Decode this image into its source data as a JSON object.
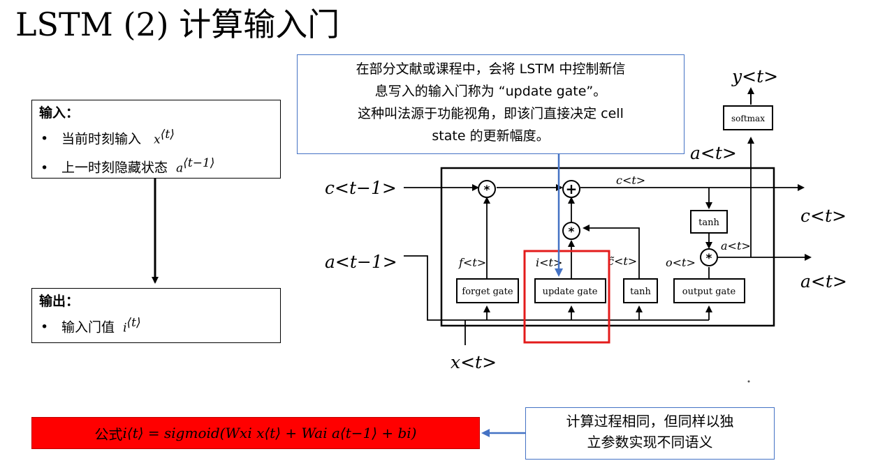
{
  "title": "LSTM (2) 计算输入门",
  "input_box": {
    "heading": "输入：",
    "items": [
      {
        "text": "当前时刻输入",
        "math": "x",
        "sup": "⟨t⟩"
      },
      {
        "text": "上一时刻隐藏状态",
        "math": "a",
        "sup": "⟨t−1⟩"
      }
    ]
  },
  "output_box": {
    "heading": "输出：",
    "items": [
      {
        "text": "输入门值",
        "math": "i",
        "sup": "⟨t⟩"
      }
    ]
  },
  "note_top": {
    "lines": [
      "在部分文献或课程中，会将 LSTM 中控制新信",
      "息写入的输入门称为 “update gate”。",
      "这种叫法源于功能视角，即该门直接决定 cell",
      "state 的更新幅度。"
    ]
  },
  "note_bottom": {
    "lines": [
      "计算过程相同，但同样以独",
      "立参数实现不同语义"
    ]
  },
  "formula": {
    "prefix": "公式",
    "expr": "i⟨t⟩ = sigmoid(Wxi x⟨t⟩ + Wai a⟨t−1⟩ + bi)"
  },
  "diagram": {
    "labels": {
      "c_prev": "c<t−1>",
      "a_prev": "a<t−1>",
      "x_t": "x<t>",
      "c_out": "c<t>",
      "a_out": "a<t>",
      "a_top": "a<t>",
      "y_t": "y<t>",
      "c_inner": "c<t>",
      "f_lbl": "f<t>",
      "i_lbl": "i<t>",
      "ct_lbl": "c̃<t>",
      "o_lbl": "o<t>",
      "a_inner": "a<t>"
    },
    "gates": {
      "forget": "forget gate",
      "update": "update gate",
      "tanh_mid": "tanh",
      "output": "output gate",
      "tanh_top": "tanh",
      "softmax": "softmax"
    },
    "operators": {
      "mult": "*",
      "add": "+"
    },
    "colors": {
      "highlight": "#e31b1b",
      "pointer": "#4472c4"
    }
  }
}
